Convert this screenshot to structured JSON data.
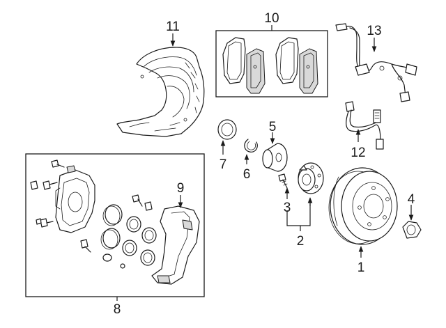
{
  "callouts": {
    "c1": "1",
    "c2": "2",
    "c3": "3",
    "c4": "4",
    "c5": "5",
    "c6": "6",
    "c7": "7",
    "c8": "8",
    "c9": "9",
    "c10": "10",
    "c11": "11",
    "c12": "12",
    "c13": "13"
  },
  "colors": {
    "line": "#1a1a1a",
    "shade": "#d9d9d9",
    "background": "#ffffff"
  }
}
